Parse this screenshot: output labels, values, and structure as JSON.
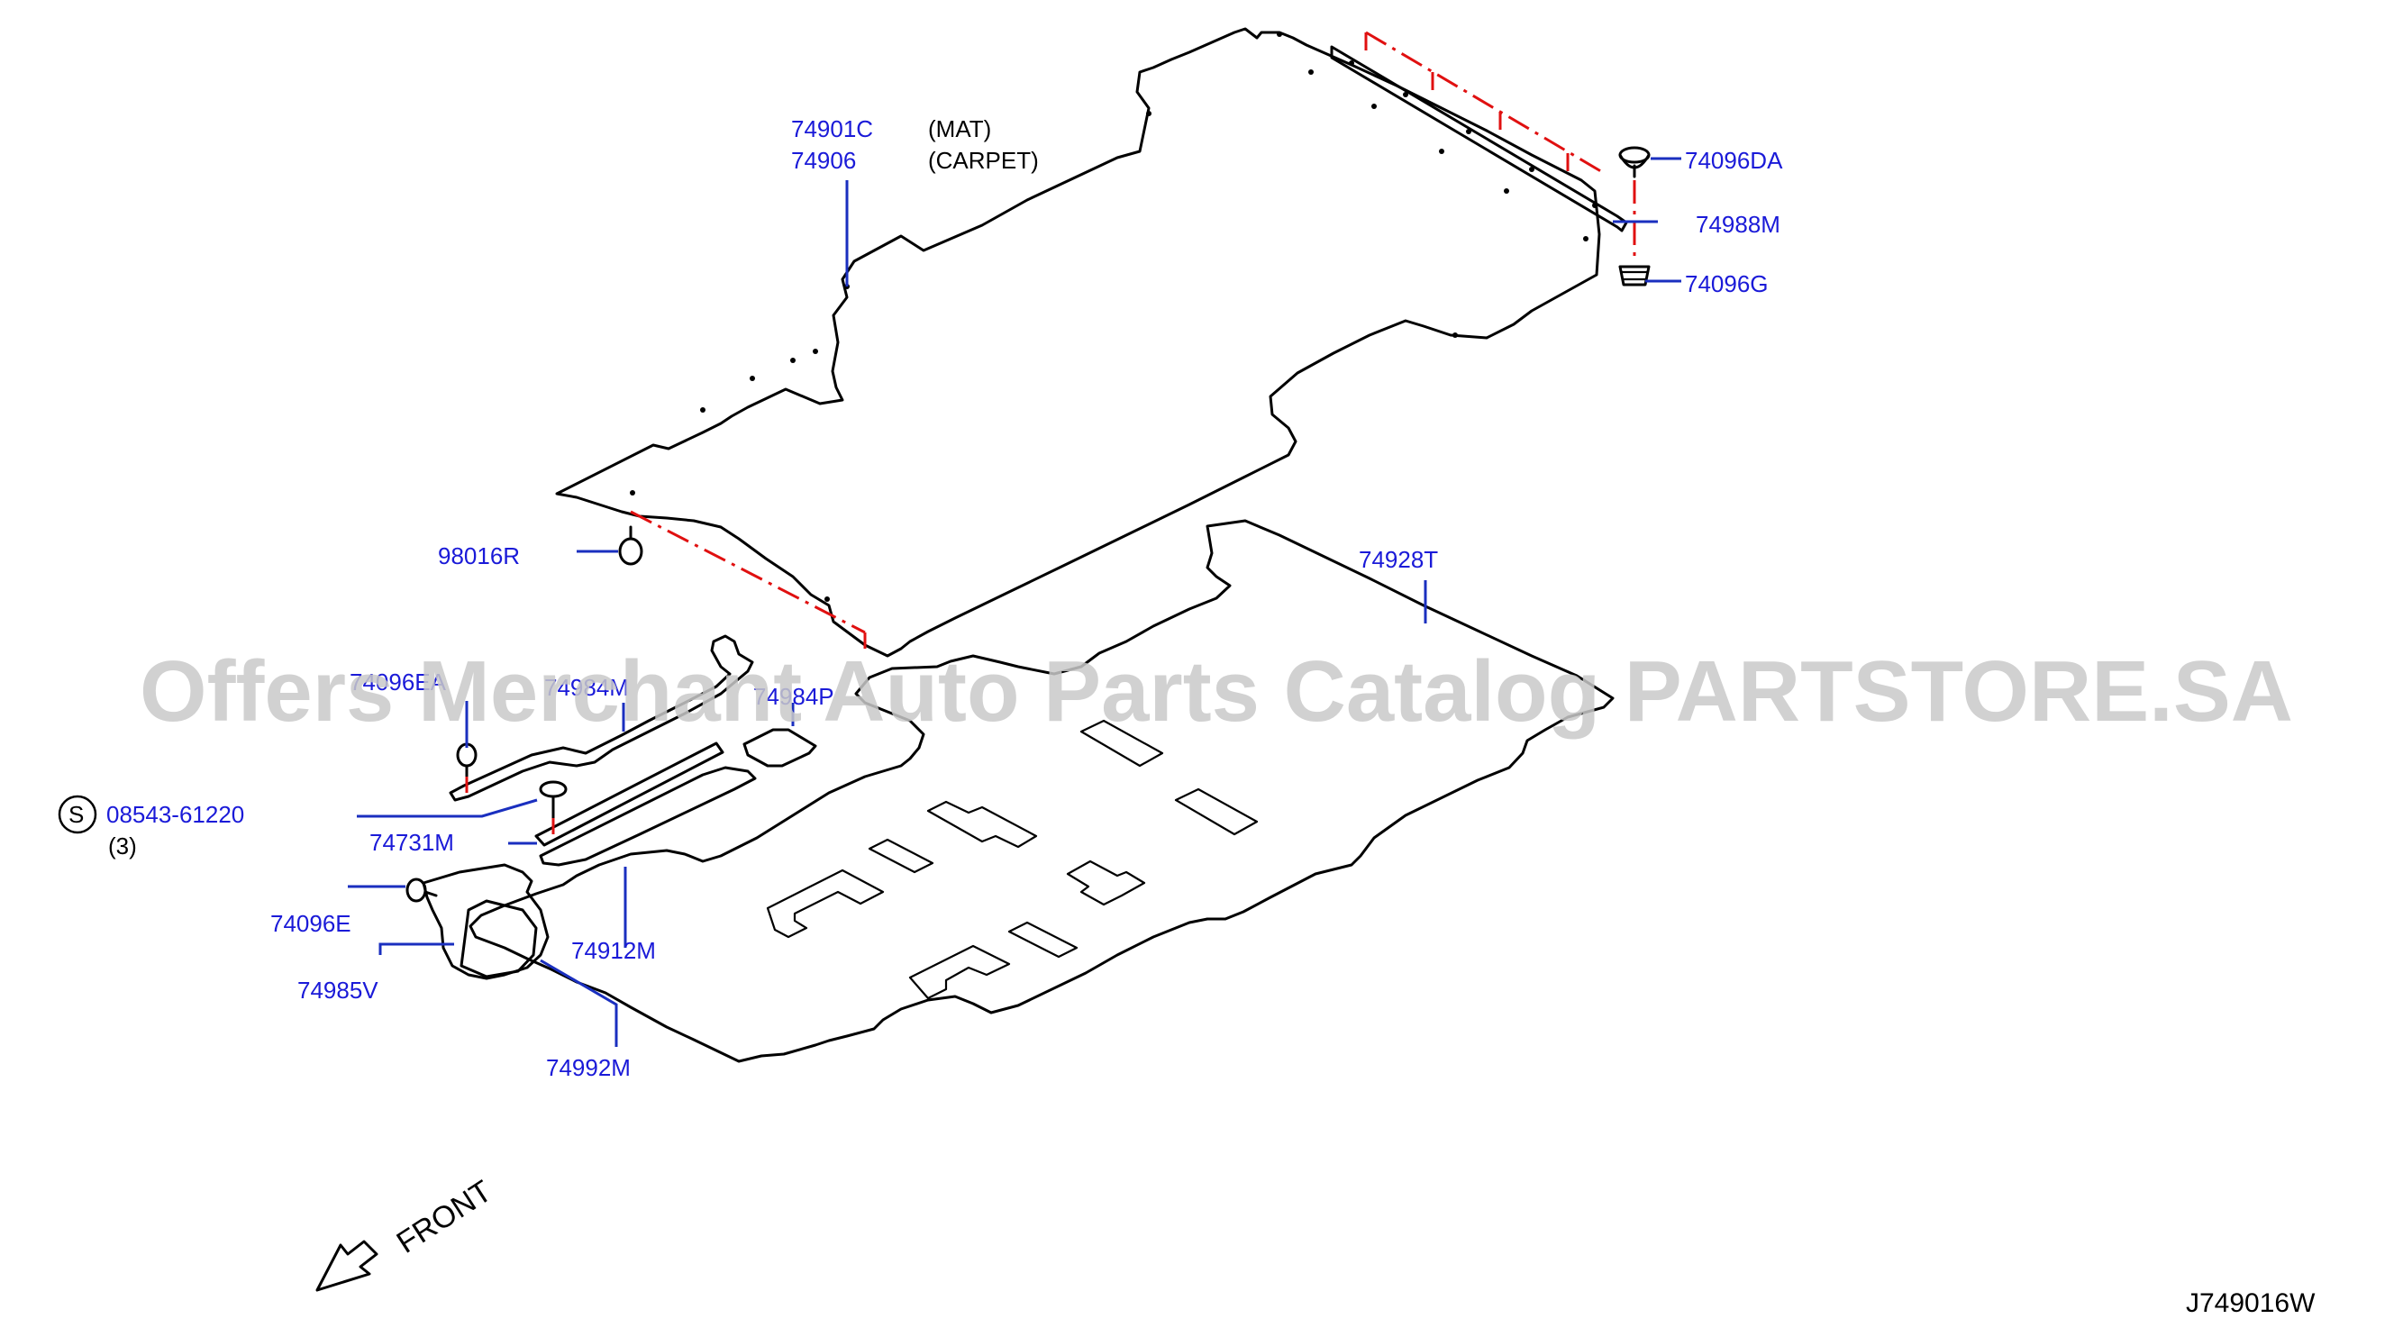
{
  "labels": {
    "p74901c": "74901C",
    "p74906": "74906",
    "mat": "(MAT)",
    "carpet": "(CARPET)",
    "p74096da": "74096DA",
    "p74988m": "74988M",
    "p74096g": "74096G",
    "p98016r": "98016R",
    "p74928t": "74928T",
    "p74096ea": "74096EA",
    "p74984m": "74984M",
    "p74984p": "74984P",
    "s_symbol": "S",
    "p08543": "08543-61220",
    "qty": "(3)",
    "p74731m": "74731M",
    "p74096e": "74096E",
    "p74912m": "74912M",
    "p74985v": "74985V",
    "p74992m": "74992M"
  },
  "front_label": "FRONT",
  "diagram_code": "J749016W",
  "watermark": "Offers Merchant Auto Parts Catalog PARTSTORE.SA",
  "colors": {
    "label": "#1a1ad8",
    "leader": "#1a2fbf",
    "line": "#000000",
    "dash": "#e01010",
    "watermark": "#c9c9c9"
  }
}
